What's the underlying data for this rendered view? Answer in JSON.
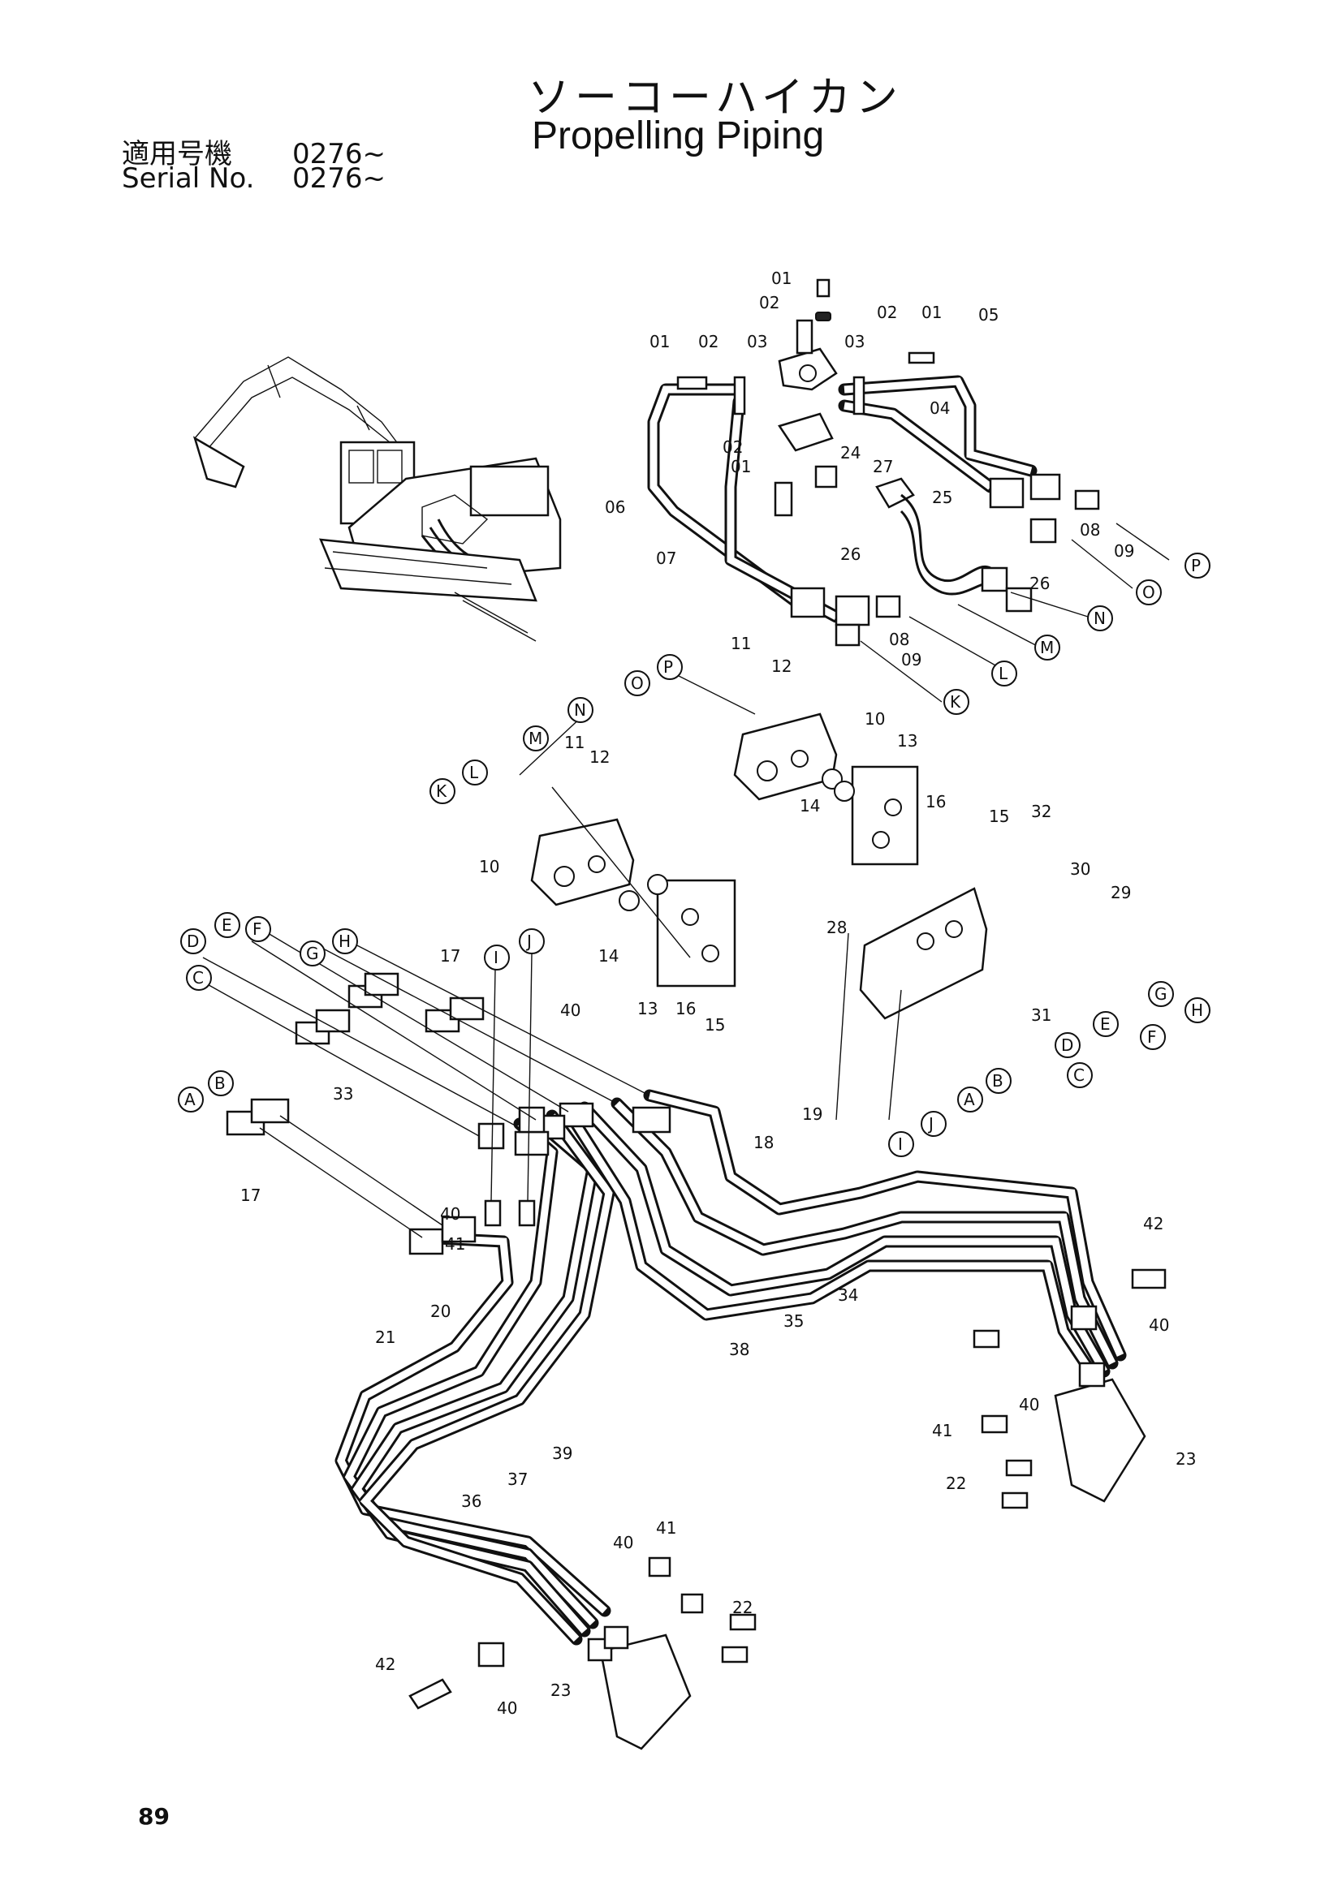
{
  "header": {
    "title_jp": "ソーコーハイカン",
    "title_en": "Propelling Piping",
    "serial_jp_label": "適用号機",
    "serial_jp_value": "0276~",
    "serial_en_label": "Serial No.",
    "serial_en_value": "0276~"
  },
  "page_number": "89",
  "connectors": [
    "A",
    "B",
    "C",
    "D",
    "E",
    "F",
    "G",
    "H",
    "I",
    "J",
    "K",
    "L",
    "M",
    "N",
    "O",
    "P"
  ],
  "part_numbers": [
    "01",
    "02",
    "03",
    "04",
    "05",
    "06",
    "07",
    "08",
    "09",
    "10",
    "11",
    "12",
    "13",
    "14",
    "15",
    "16",
    "17",
    "18",
    "19",
    "20",
    "21",
    "22",
    "23",
    "24",
    "25",
    "26",
    "27",
    "28",
    "29",
    "30",
    "31",
    "32",
    "33",
    "34",
    "35",
    "36",
    "37",
    "38",
    "39",
    "40",
    "41",
    "42"
  ]
}
